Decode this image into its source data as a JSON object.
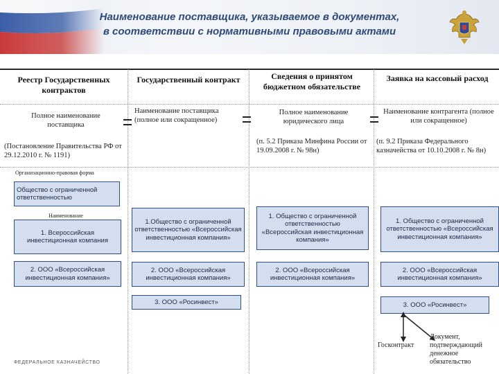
{
  "title": {
    "line1": "Наименование поставщика, указываемое в документах,",
    "line2": "в соответствии с нормативными правовыми актами"
  },
  "footer": "ФЕДЕРАЛЬНОЕ КАЗНАЧЕЙСТВО",
  "columns": [
    {
      "header": "Реестр Государственных контрактов",
      "top_text": "Полное наименование поставщика",
      "source": "(Постановление Правительства РФ от 29.12.2010 г. № 1191)",
      "label_form": "Организационно-правовая форма",
      "form_box": "Общество с ограниченной ответственностью",
      "label_name": "Наименование",
      "name_box": "1. Всероссийская инвестиционная компания",
      "box2": "2. ООО «Всероссийская инвестиционная компания»"
    },
    {
      "header": "Государственный контракт",
      "top_text": "Наименование поставщика (полное или сокращенное)",
      "box1": "1.Общество с ограниченной ответственностью «Всероссийская инвестиционная компания»",
      "box2": "2. ООО «Всероссийская инвестиционная компания»",
      "box3": "3. ООО «Росинвест»"
    },
    {
      "header": "Сведения о принятом бюджетном обязательстве",
      "top_text": "Полное наименование юридического лица",
      "source": "(п. 5.2 Приказа Минфина России от 19.09.2008 г. № 98н)",
      "box1": "1. Общество с ограниченной ответственностью «Всероссийская инвестиционная компания»",
      "box2": "2. ООО «Всероссийская инвестиционная компания»"
    },
    {
      "header": "Заявка на кассовый расход",
      "top_text": "Наименование контрагента (полное или сокращенное)",
      "source": "(п. 9.2 Приказа Федерального казначейства от 10.10.2008 г. № 8н)",
      "box1": "1. Общество с ограниченной ответственностью «Всероссийская инвестиционная компания»",
      "box2": "2. ООО «Всероссийская инвестиционная компания»",
      "box3": "3. ООО «Росинвест»",
      "anno_left": "Госконтракт",
      "anno_right": "Документ, подтверждающий денежное обязательство"
    }
  ],
  "colors": {
    "title": "#2e4a76",
    "box_fill": "#d4deef",
    "box_border": "#2c4f86"
  },
  "icons": [
    "russian-flag-graphic",
    "treasury-emblem-icon",
    "double-arrow-icon"
  ]
}
